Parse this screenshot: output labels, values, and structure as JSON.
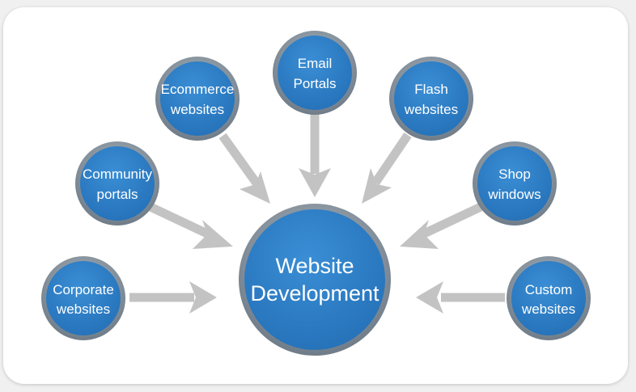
{
  "center": {
    "line1": "Website",
    "line2": "Development"
  },
  "nodes": [
    {
      "id": "corporate",
      "line1": "Corporate",
      "line2": "websites"
    },
    {
      "id": "community",
      "line1": "Community",
      "line2": "portals"
    },
    {
      "id": "ecommerce",
      "line1": "Ecommerce",
      "line2": "websites"
    },
    {
      "id": "email",
      "line1": "Email",
      "line2": "Portals"
    },
    {
      "id": "flash",
      "line1": "Flash",
      "line2": "websites"
    },
    {
      "id": "shop",
      "line1": "Shop",
      "line2": "windows"
    },
    {
      "id": "custom",
      "line1": "Custom",
      "line2": "websites"
    }
  ],
  "colors": {
    "node_fill": "#2f7fc7",
    "node_ring": "#8c99a5",
    "arrow": "#c3c3c3",
    "background": "#ffffff"
  }
}
